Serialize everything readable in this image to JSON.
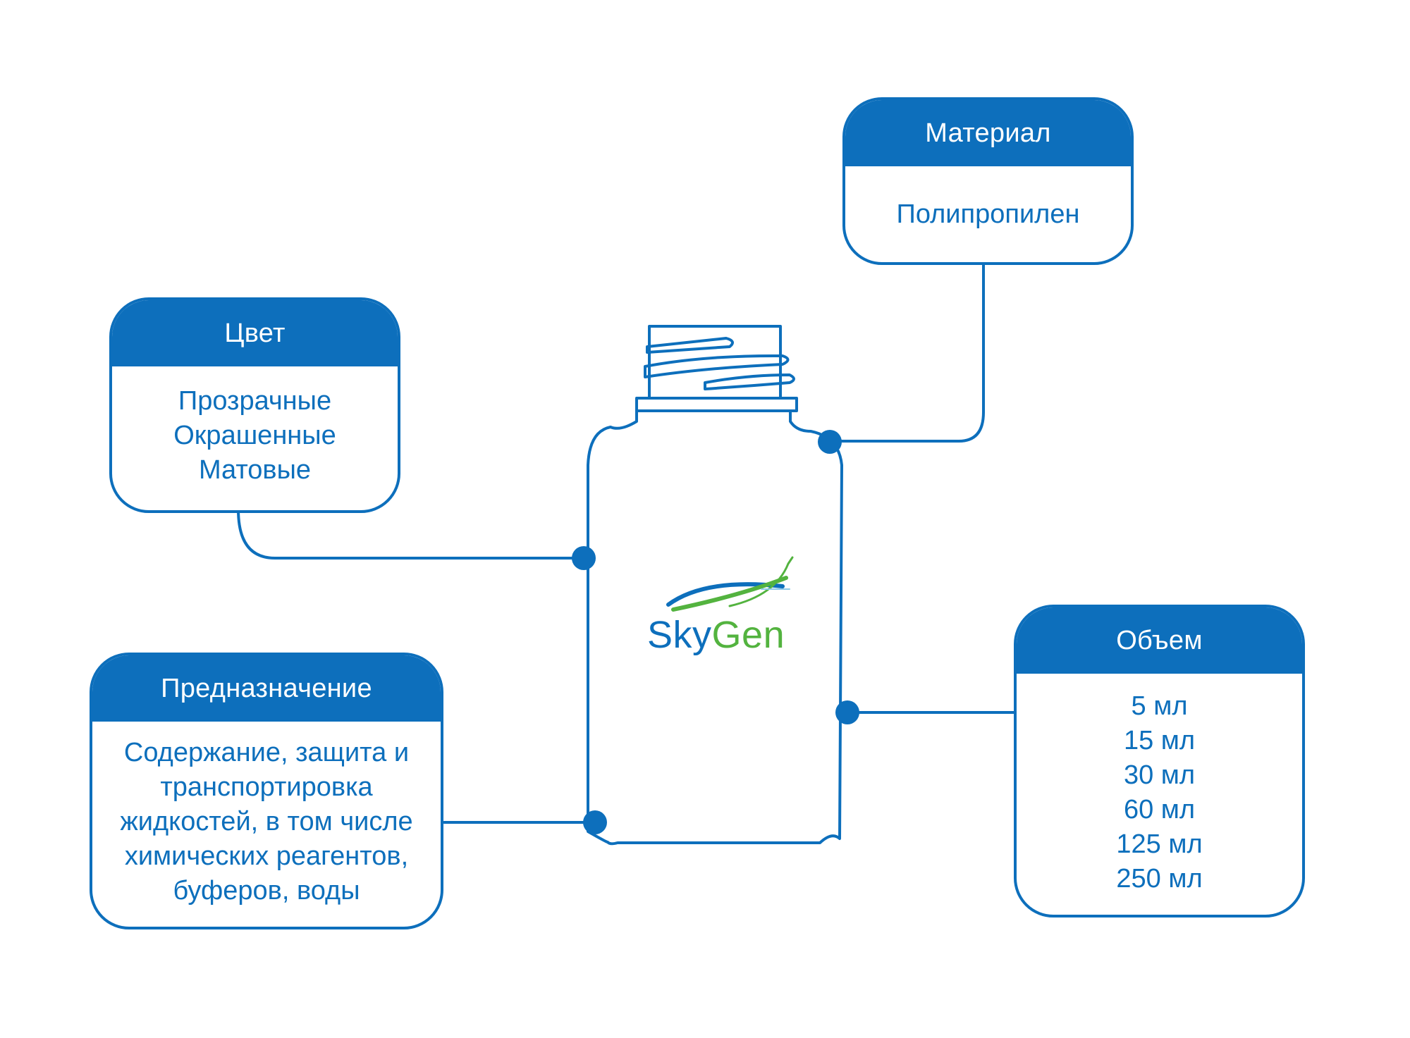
{
  "colors": {
    "primary": "#0d6fbc",
    "header_text": "#ffffff",
    "logo_blue": "#0d6fbc",
    "logo_green": "#53b33f",
    "background": "#ffffff"
  },
  "logo": {
    "part1": "Sky",
    "part2": "Gen"
  },
  "cards": {
    "material": {
      "title": "Материал",
      "lines": [
        "Полипропилен"
      ]
    },
    "color": {
      "title": "Цвет",
      "lines": [
        "Прозрачные",
        "Окрашенные",
        "Матовые"
      ]
    },
    "purpose": {
      "title": "Предназначение",
      "lines": [
        "Содержание, защита и",
        "транспортировка",
        "жидкостей, в том числе",
        "химических реагентов,",
        "буферов, воды"
      ]
    },
    "volume": {
      "title": "Объем",
      "lines": [
        "5 мл",
        "15 мл",
        "30 мл",
        "60 мл",
        "125 мл",
        "250 мл"
      ]
    }
  },
  "icons": {
    "bottle": "bottle-icon",
    "logo_swoosh": "swoosh-icon"
  }
}
